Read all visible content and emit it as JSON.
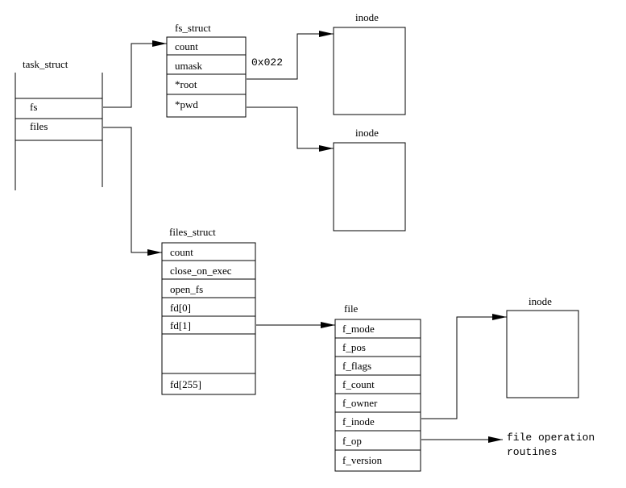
{
  "task_struct": {
    "title": "task_struct",
    "fields": [
      "fs",
      "files"
    ]
  },
  "fs_struct": {
    "title": "fs_struct",
    "fields": [
      "count",
      "umask",
      "*root",
      "*pwd"
    ],
    "umask_value": "0x022"
  },
  "inodes": {
    "root_inode": "inode",
    "pwd_inode": "inode",
    "file_inode": "inode"
  },
  "files_struct": {
    "title": "files_struct",
    "fields": [
      "count",
      "close_on_exec",
      "open_fs",
      "fd[0]",
      "fd[1]",
      "",
      "fd[255]"
    ]
  },
  "file": {
    "title": "file",
    "fields": [
      "f_mode",
      "f_pos",
      "f_flags",
      "f_count",
      "f_owner",
      "f_inode",
      "f_op",
      "f_version"
    ]
  },
  "file_operations": {
    "line1": "file operation",
    "line2": "routines"
  }
}
